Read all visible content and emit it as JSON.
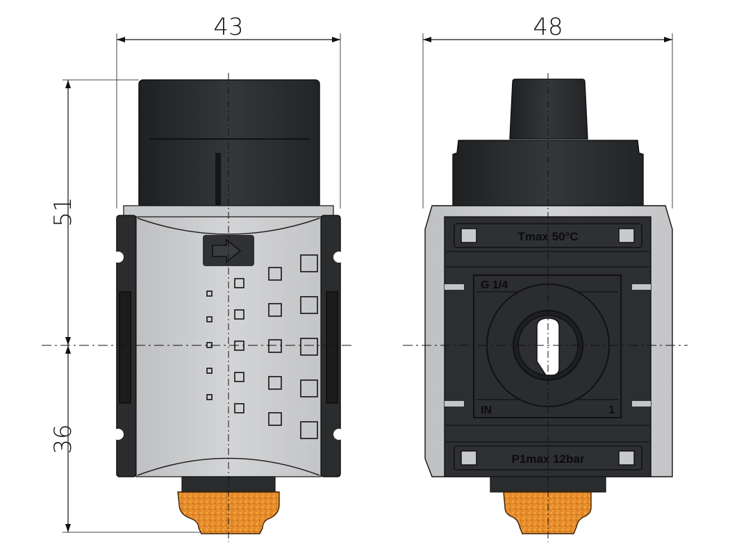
{
  "drawing": {
    "type": "technical dimension drawing",
    "units": "mm",
    "views": [
      {
        "name": "side-view",
        "dimensions": {
          "width": "43",
          "height_above_center": "51",
          "height_below_center": "36"
        },
        "features": {
          "flow_direction_icon": "arrow-right-icon",
          "graduation_squares_columns": 4
        }
      },
      {
        "name": "front-view",
        "dimensions": {
          "width": "48"
        },
        "labels": {
          "top_plate": "Tmax 50°C",
          "port_thread": "G 1/4",
          "port_name": "IN",
          "port_number": "1",
          "bottom_plate": "P1max 12bar"
        }
      }
    ]
  },
  "dims": {
    "w43": "43",
    "w48": "48",
    "h51": "51",
    "h36": "36"
  },
  "labels": {
    "tmax": "Tmax 50°C",
    "thread": "G 1/4",
    "port_in": "IN",
    "port_num": "1",
    "pmax": "P1max 12bar"
  },
  "colors": {
    "body_dark": "#2b2d30",
    "body_grey": "#c9cacc",
    "silencer_orange": "#e8892a",
    "line": "#111111"
  }
}
